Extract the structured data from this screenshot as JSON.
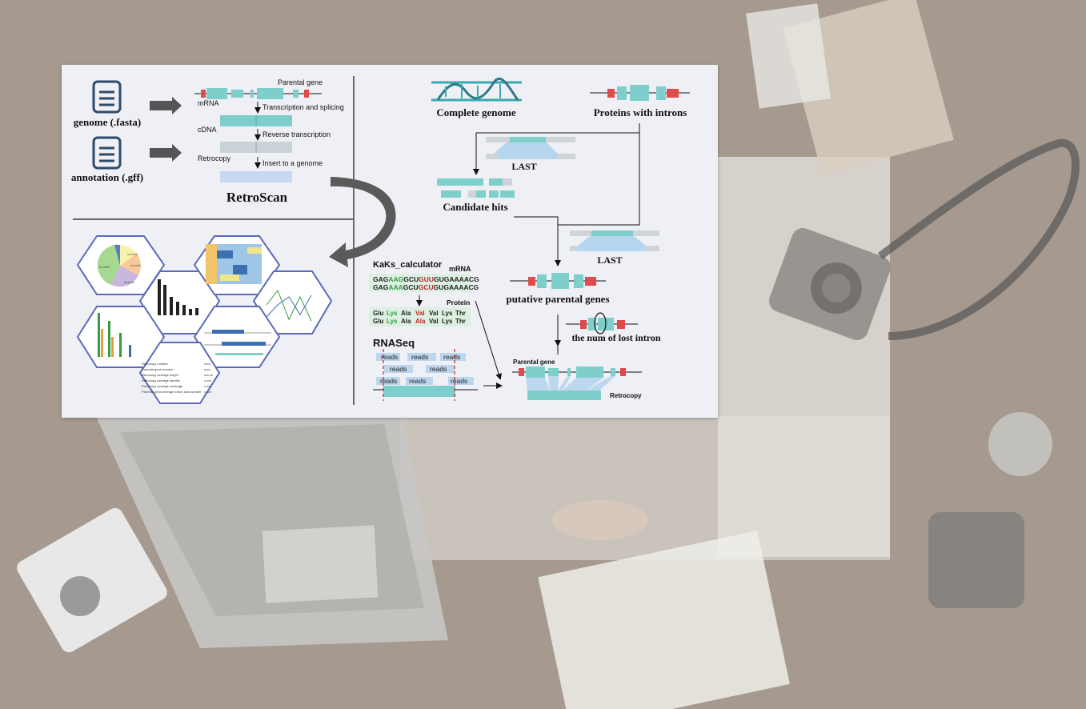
{
  "inputs": {
    "genome_label": "genome (.fasta)",
    "annotation_label": "annotation (.gff)"
  },
  "pipeline": {
    "parental_gene": "Parental gene",
    "mrna": "mRNA",
    "step1": "Transcription and splicing",
    "cdna": "cDNA",
    "step2": "Reverse transcription",
    "retrocopy": "Retrocopy",
    "step3": "Insert to a genome",
    "tool_name": "RetroScan"
  },
  "flow": {
    "complete_genome": "Complete genome",
    "proteins_with_introns": "Proteins with introns",
    "last1": "LAST",
    "candidate_hits": "Candidate hits",
    "last2": "LAST",
    "putative_parental_genes": "putative parental genes",
    "num_lost_intron": "the num of lost intron",
    "parental_gene": "Parental gene",
    "retrocopy": "Retrocopy"
  },
  "kaks": {
    "title": "KaKs_calculator",
    "mrna_label": "mRNA",
    "seq1_pre": "GAG",
    "seq1_a": "AAG",
    "seq1_b": "GCU",
    "seq1_c": "GUU",
    "seq1_post": "GUGAAAACG",
    "seq2_pre": "GAG",
    "seq2_a": "AAA",
    "seq2_b": "GCU",
    "seq2_c": "GCU",
    "seq2_post": "GUGAAAACG",
    "protein_label": "Protein",
    "prot1": [
      "Glu",
      "Lys",
      "Ala",
      "Val",
      "Val",
      "Lys",
      "Thr"
    ],
    "prot2": [
      "Glu",
      "Lys",
      "Ala",
      "Ala",
      "Val",
      "Lys",
      "Thr"
    ]
  },
  "rnaseq": {
    "title": "RNASeq",
    "read_label": "reads"
  },
  "results": {
    "pie_labels": [
      "xx.xx%",
      "xx.xx%",
      "xx.xx%",
      "xx.xx%"
    ],
    "stats_rows": [
      "Retrocopy number",
      "Parental gene number",
      "Retrocopy average length",
      "Retrocopy average identity",
      "Retrocopy average coverage",
      "Parental gene average intron loss number"
    ],
    "stats_values": [
      "xxxx",
      "xxxx",
      "xxx.xx",
      "x.xxx",
      "x.xxx",
      "x.xxx"
    ]
  },
  "colors": {
    "teal": "#7ecfcb",
    "red": "#e04a4a",
    "grey_block": "#c9d2d6",
    "hex_border": "#5a6ab8",
    "arrow_dark": "#5a5a5a"
  }
}
